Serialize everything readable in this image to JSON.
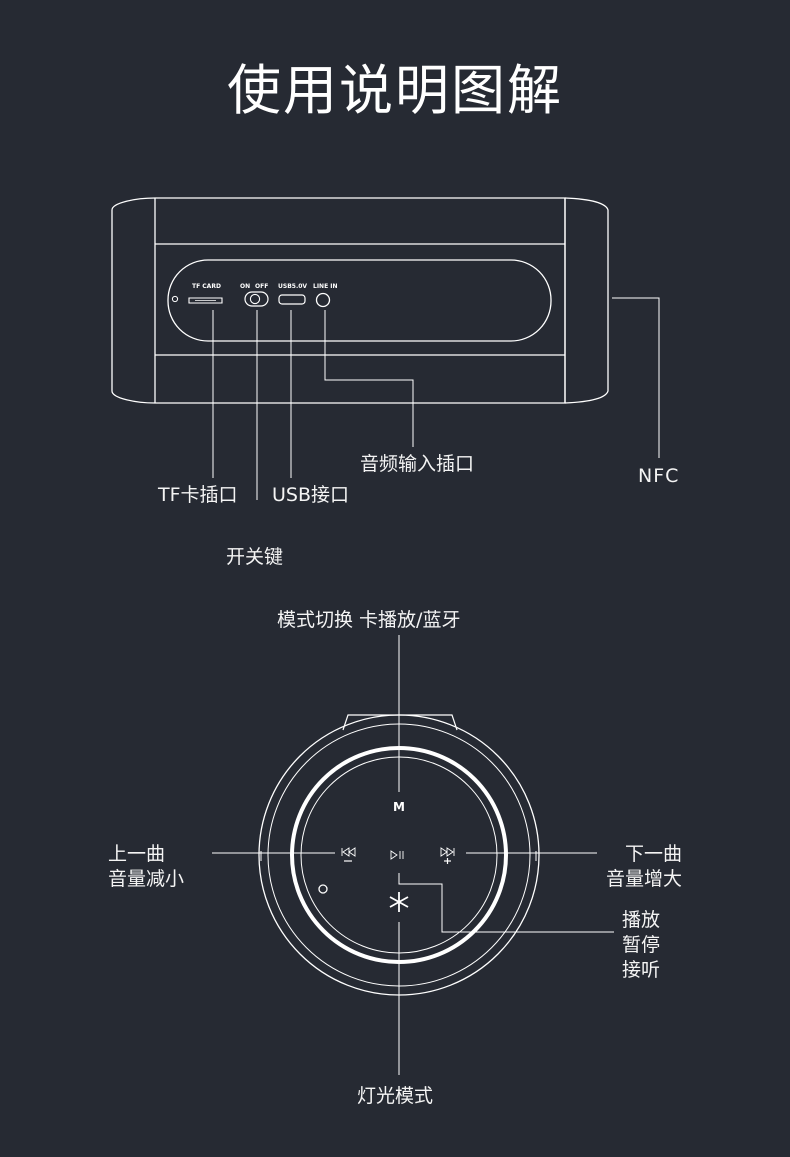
{
  "title": "使用说明图解",
  "side_panel": {
    "ports": {
      "tf_card": "TF CARD",
      "on": "ON",
      "off": "OFF",
      "usb": "USB5.0V",
      "line_in": "LINE IN"
    },
    "callouts": {
      "tf_slot": "TF卡插口",
      "usb_port": "USB接口",
      "power_switch": "开关键",
      "aux_port": "音频输入插口",
      "nfc": "NFC"
    }
  },
  "top_panel": {
    "buttons": {
      "mode": "M"
    },
    "callouts": {
      "mode_switch": "模式切换  卡播放/蓝牙",
      "prev_line1": "上一曲",
      "prev_line2": "音量减小",
      "next_line1": "下一曲",
      "next_line2": "音量增大",
      "play_line1": "播放",
      "play_line2": "暂停",
      "play_line3": "接听",
      "light_mode": "灯光模式"
    }
  },
  "colors": {
    "background": "#262a33",
    "line": "#ffffff"
  }
}
